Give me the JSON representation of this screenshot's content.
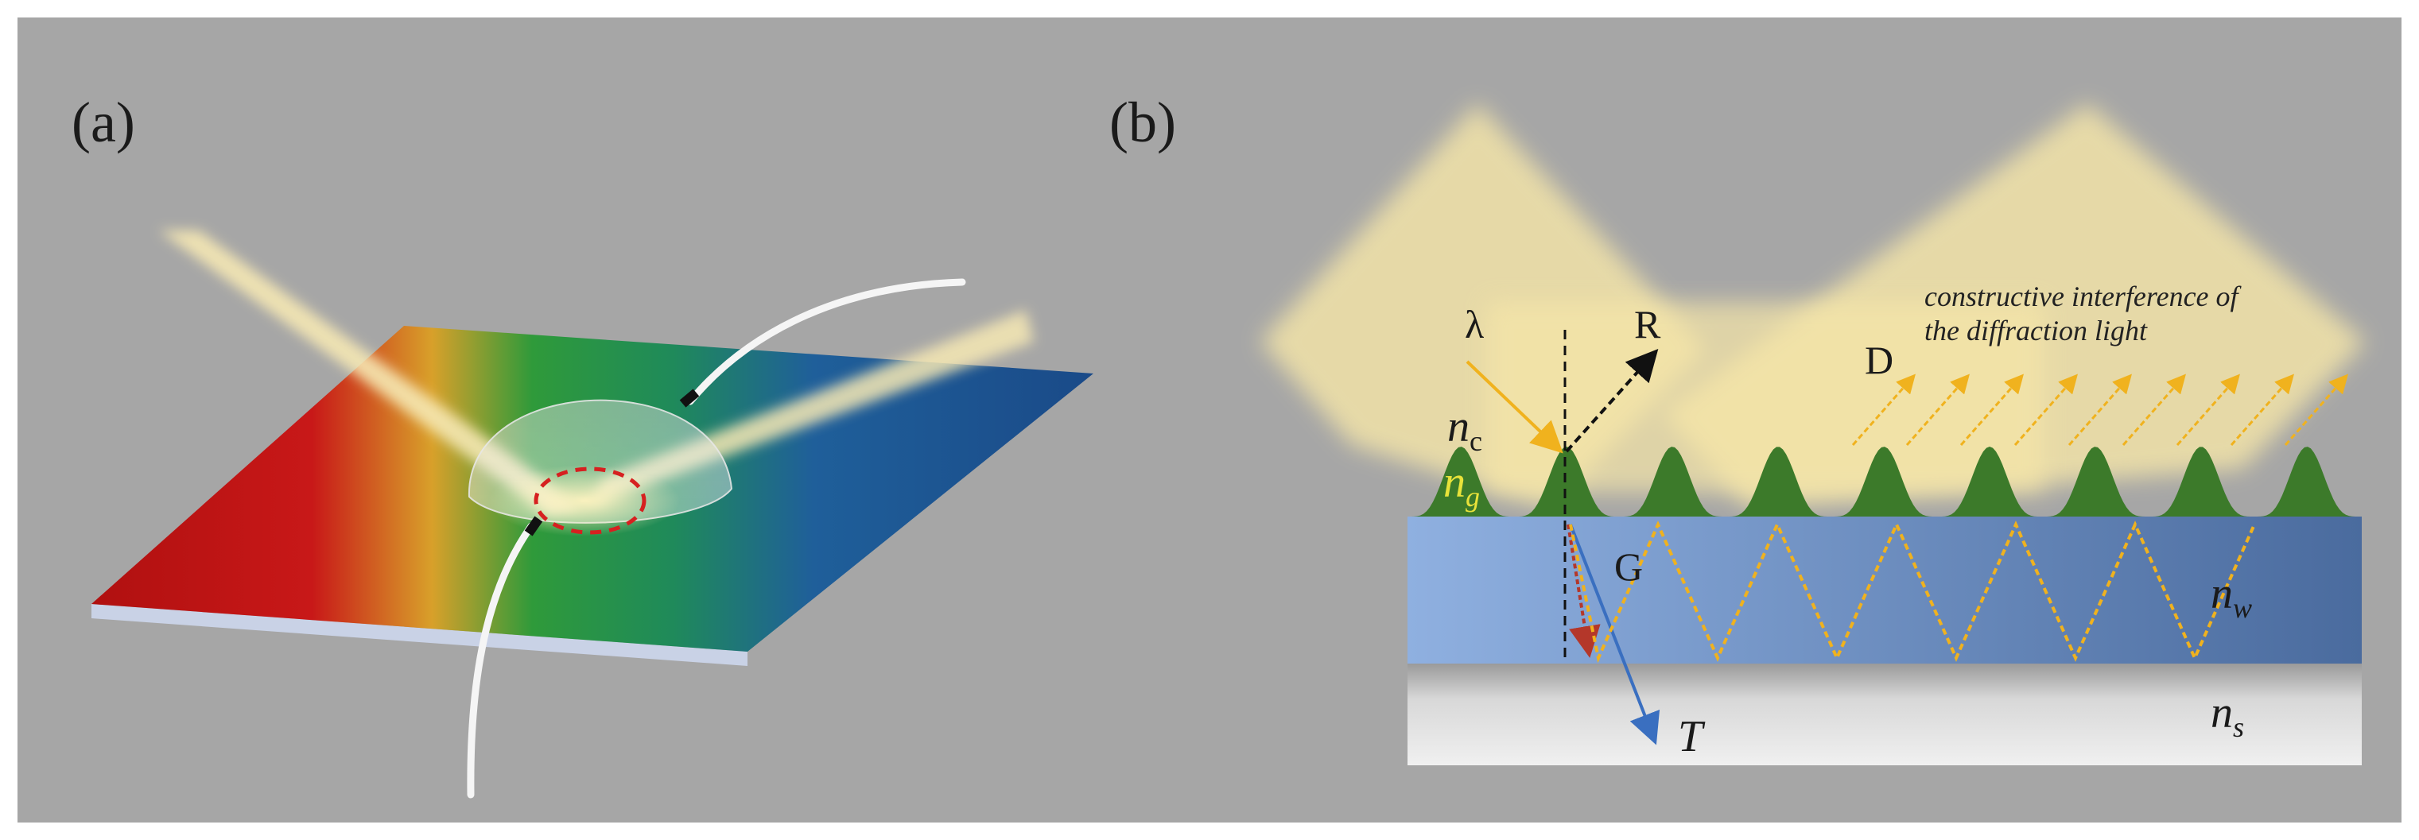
{
  "panel_a": {
    "label": "(a)"
  },
  "panel_b": {
    "label": "(b)",
    "labels": {
      "lambda": "λ",
      "reflected": "R",
      "diffracted": "D",
      "grating_wave": "G",
      "transmitted": "T",
      "n_cover": "n",
      "n_cover_sub": "c",
      "n_grating": "n",
      "n_grating_sub": "g",
      "n_waveguide": "n",
      "n_waveguide_sub": "w",
      "n_substrate": "n",
      "n_substrate_sub": "s"
    },
    "annotation_line1": "constructive interference of",
    "annotation_line2": "the diffraction light"
  },
  "colors": {
    "background": "#a6a6a6",
    "grating": "#3c7a2a",
    "waveguide_light": "#8fb0e0",
    "waveguide_dark": "#4a6b9e",
    "substrate": "#e3e3e3",
    "light_beam": "#f2e3a8",
    "arrow_orange": "#f0b21e",
    "arrow_blue": "#3a6fc0",
    "arrow_red": "#b4372a",
    "marker_red": "#d62020"
  }
}
